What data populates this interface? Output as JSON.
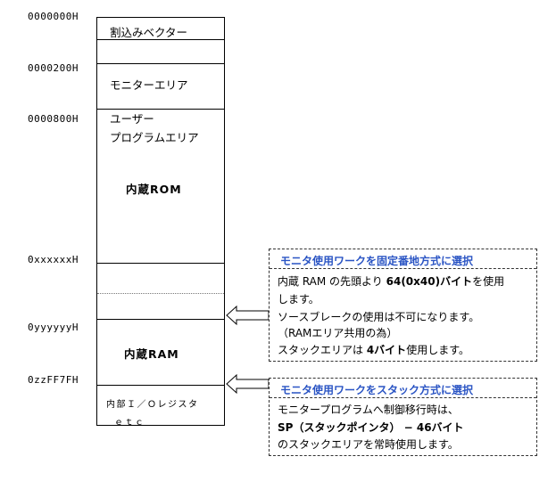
{
  "addresses": {
    "a0": "0000000H",
    "a1": "0000200H",
    "a2": "0000800H",
    "a3": "0xxxxxxH",
    "a4": "0yyyyyyH",
    "a5": "0zzFF7FH"
  },
  "map": {
    "vector": "割込みベクター",
    "monitor": "モニターエリア",
    "user_line1": "ユーザー",
    "user_line2": "プログラムエリア",
    "rom": "内蔵ROM",
    "ram": "内蔵RAM",
    "io_line1": "内部Ｉ／Ｏレジスタ",
    "io_line2": "ｅｔｃ"
  },
  "note_fixed": {
    "title": "モニタ使用ワークを固定番地方式に選択",
    "l1_a": "内蔵 RAM の先頭より ",
    "l1_b": "64(0x40)バイト",
    "l1_c": "を使用",
    "l2": "します。",
    "l3": "ソースブレークの使用は不可になります。",
    "l4": "（RAMエリア共用の為）",
    "l5_a": "スタックエリアは ",
    "l5_b": "4バイト",
    "l5_c": "使用します。"
  },
  "note_stack": {
    "title": "モニタ使用ワークをスタック方式に選択",
    "l1": "モニタープログラムへ制御移行時は、",
    "l2_a": "SP（スタックポインタ） − 46バイト",
    "l3": "のスタックエリアを常時使用します。"
  },
  "colors": {
    "note_title": "#2b55c4",
    "border": "#000000"
  }
}
